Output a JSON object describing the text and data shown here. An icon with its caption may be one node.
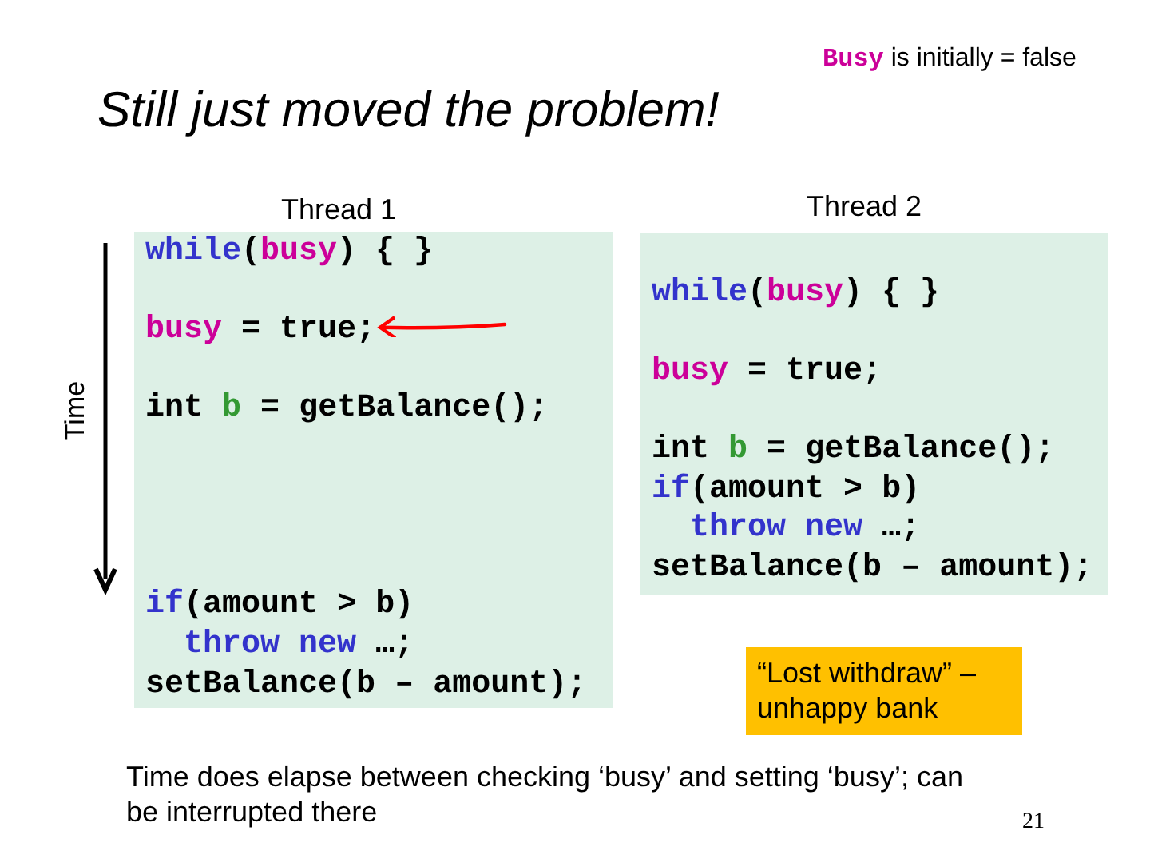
{
  "diagram": {
    "title": "Still just moved the problem!",
    "nodes": [
      {
        "text": [
          "Thread 1",
          "while(busy) { }",
          "int b = getBalance();",
          "if(amount > b)",
          "throw new …;",
          "setBalance(b – amount);"
        ]
      },
      {
        "text": [
          "busy = true;"
        ],
        "in": 0
      },
      {
        "text": [
          "Thread 2",
          "while(busy) { }",
          "busy = true;",
          "int b = getBalance();",
          "if(amount > b)",
          "throw new …;",
          "setBalance(b – amount);"
        ]
      },
      {
        "text": [
          "“Lost withdraw” – unhappy bank"
        ]
      }
    ],
    "edges": [
      {
        "from": null,
        "to": 1,
        "arrow": "to",
        "color": "#ff0000"
      }
    ],
    "labels": [
      "Busy is initially = false",
      "Time",
      "Time does elapse between checking ‘busy’ and setting ‘busy’; can be interrupted there",
      "21"
    ]
  }
}
